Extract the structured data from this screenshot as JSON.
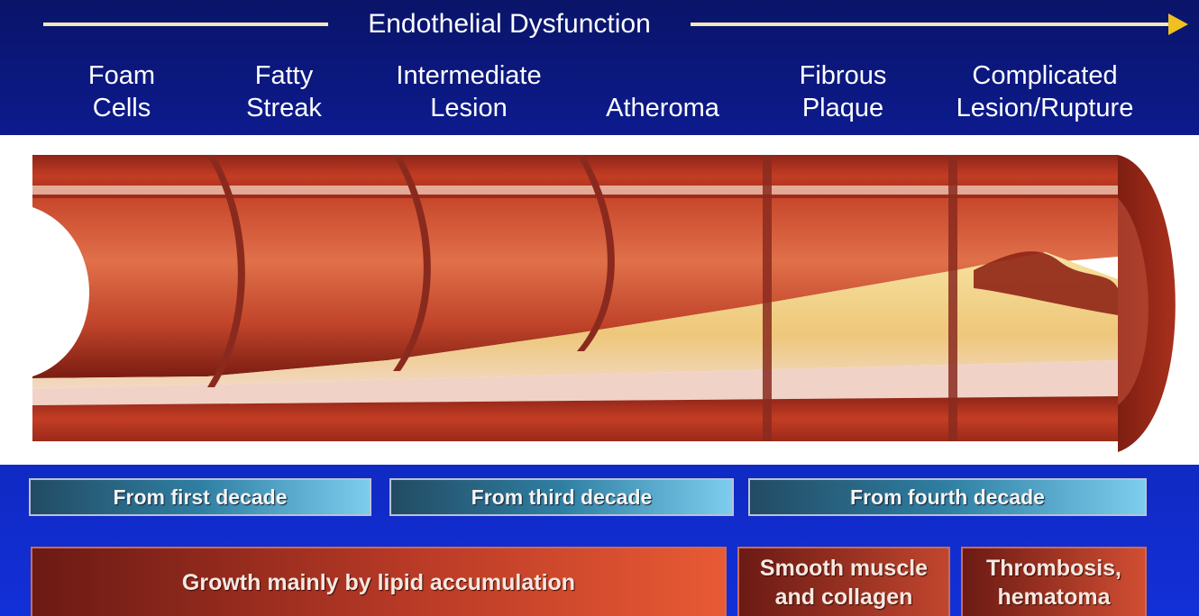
{
  "header": {
    "arrow_label": "Endothelial Dysfunction"
  },
  "stages": [
    {
      "label": "Foam\nCells"
    },
    {
      "label": "Fatty\nStreak"
    },
    {
      "label": "Intermediate\nLesion"
    },
    {
      "label": "Atheroma"
    },
    {
      "label": "Fibrous\nPlaque"
    },
    {
      "label": "Complicated\nLesion/Rupture"
    }
  ],
  "decades": [
    {
      "label": "From first decade"
    },
    {
      "label": "From third decade"
    },
    {
      "label": "From fourth decade"
    }
  ],
  "growth": [
    {
      "label": "Growth mainly by lipid accumulation"
    },
    {
      "label": "Smooth muscle\nand collagen"
    },
    {
      "label": "Thrombosis,\nhematoma"
    }
  ],
  "colors": {
    "background": "#0d1d9c",
    "arrow_line": "#f4e9b8",
    "arrow_head": "#f0c020",
    "vessel_wall": "#b8321f",
    "plaque": "#f0d68a"
  }
}
